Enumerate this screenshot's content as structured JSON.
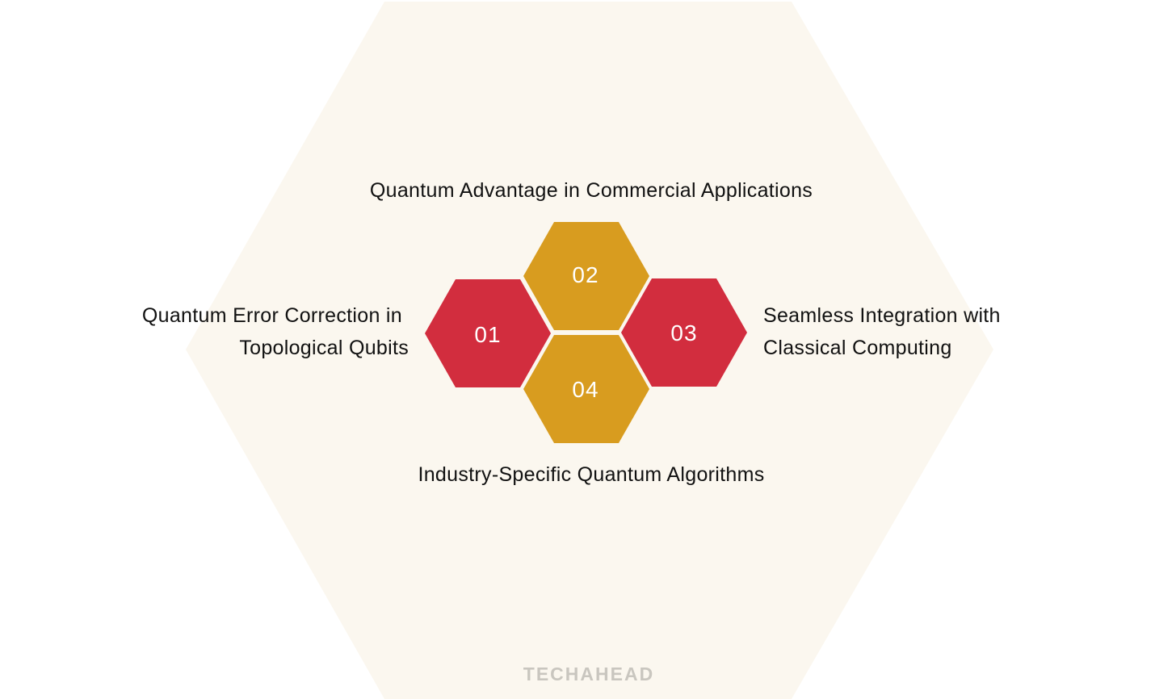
{
  "colors": {
    "background": "#ffffff",
    "hex_background": "#fbf7ef",
    "red": "#d22d3e",
    "gold": "#d89c1f",
    "text": "#111111",
    "logo": "#c9c6bf"
  },
  "items": [
    {
      "number": "01",
      "label_line1": "Quantum Error Correction in",
      "label_line2": "Topological Qubits",
      "color": "red"
    },
    {
      "number": "02",
      "label_line1": "Quantum Advantage in Commercial Applications",
      "color": "gold"
    },
    {
      "number": "03",
      "label_line1": "Seamless Integration with",
      "label_line2": "Classical Computing",
      "color": "red"
    },
    {
      "number": "04",
      "label_line1": "Industry-Specific Quantum Algorithms",
      "color": "gold"
    }
  ],
  "logo": "TECHAHEAD"
}
